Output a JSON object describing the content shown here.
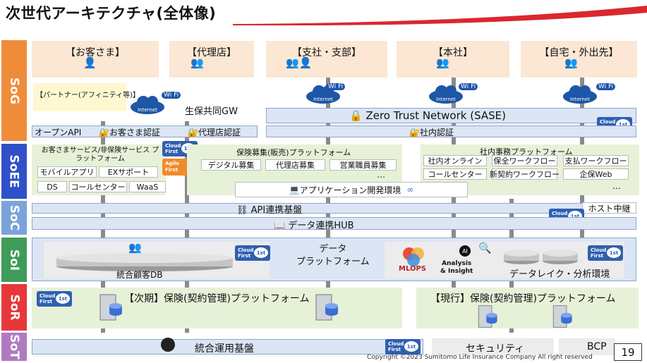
{
  "title": "次世代アーキテクチャ(全体像)",
  "layers": {
    "sog": "SoG",
    "soee": "SoEE",
    "soc": "SoC",
    "soi": "SoI",
    "sor": "SoR",
    "sot": "SoT"
  },
  "channels": {
    "customer": "【お客さま】",
    "agency": "【代理店】",
    "branch": "【支社・支部】",
    "hq": "【本社】",
    "remote": "【自宅・外出先】"
  },
  "sog": {
    "partner": "【パートナー(アフィニティ等)】",
    "internet": "Internet",
    "wifi": "Wi Fi",
    "seiho_gw": "生保共同GW",
    "zero_trust": "Zero Trust Network (SASE)",
    "open_api": "オープンAPI",
    "customer_auth": "お客さま認証",
    "agency_auth": "代理店認証",
    "internal_auth": "社内認証"
  },
  "cloud_first": {
    "line1": "Cloud",
    "line2": "First",
    "badge": "1st"
  },
  "agile_first": {
    "line1": "Agile",
    "line2": "First"
  },
  "soee": {
    "cust_platform_title": "お客さまサービス/非保険サービス プラットフォーム",
    "cust_items": [
      "モバイルアプリ",
      "EXサポート",
      "DS",
      "コールセンター",
      "WaaS"
    ],
    "sales_platform_title": "保険募集(販売)プラットフォーム",
    "sales_items": [
      "デジタル募集",
      "代理店募集",
      "営業職員募集"
    ],
    "ellipsis": "…",
    "office_platform_title": "社内事務プラットフォーム",
    "office_items": [
      "社内オンライン",
      "保全ワークフロー",
      "支払ワークフロー",
      "コールセンター",
      "新契約ワークフロー",
      "企保Web"
    ],
    "app_dev_env": "アプリケーション開発環境"
  },
  "soc": {
    "api_base": "API連携基盤",
    "host_relay": "ホスト中継",
    "data_hub": "データ連携HUB"
  },
  "soi": {
    "customer_db": "統合顧客DB",
    "data_platform": "データ\nプラットフォーム",
    "mlops": "MLOPS",
    "ai": "AI",
    "analysis": "Analysis\n& Insight",
    "datalake": "データレイク・分析環境"
  },
  "sor": {
    "next_platform": "【次期】保険(契約管理)プラットフォーム",
    "current_platform": "【現行】保険(契約管理)プラットフォーム"
  },
  "sot": {
    "ops_base": "統合運用基盤",
    "security": "セキュリティ",
    "bcp": "BCP"
  },
  "footer": {
    "copyright": "Copyright ©2023 Sumitomo Life Insurance Company All right reserved",
    "page": "19"
  },
  "colors": {
    "sog": "#ef8c3a",
    "soee": "#2f50c9",
    "soc": "#7ba3d9",
    "soi": "#3f9b58",
    "sor": "#e8373a",
    "sot": "#b07ac0"
  }
}
